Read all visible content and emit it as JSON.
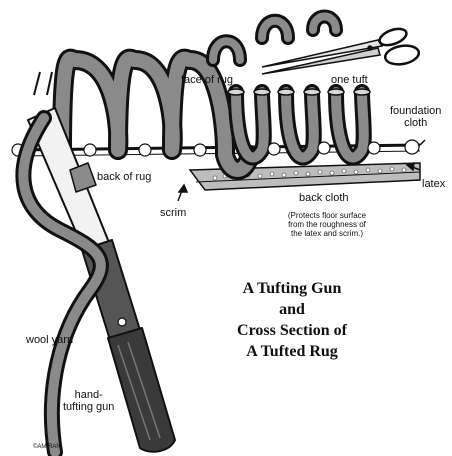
{
  "diagram": {
    "labels": {
      "face_of_rug": "face of rug",
      "one_tuft": "one tuft",
      "foundation_cloth": "foundation\ncloth",
      "back_of_rug": "back of rug",
      "scrim": "scrim",
      "latex": "latex",
      "back_cloth": "back cloth",
      "back_cloth_note": "(Protects floor surface\nfrom the roughness of\nthe latex and scrim.)",
      "wool_yarn": "wool yarn",
      "hand_tufting_gun": "hand-\ntufting gun"
    },
    "title_lines": [
      "A Tufting Gun",
      "and",
      "Cross Section of",
      "A Tufted Rug"
    ],
    "credit": "©AMIRAN"
  }
}
